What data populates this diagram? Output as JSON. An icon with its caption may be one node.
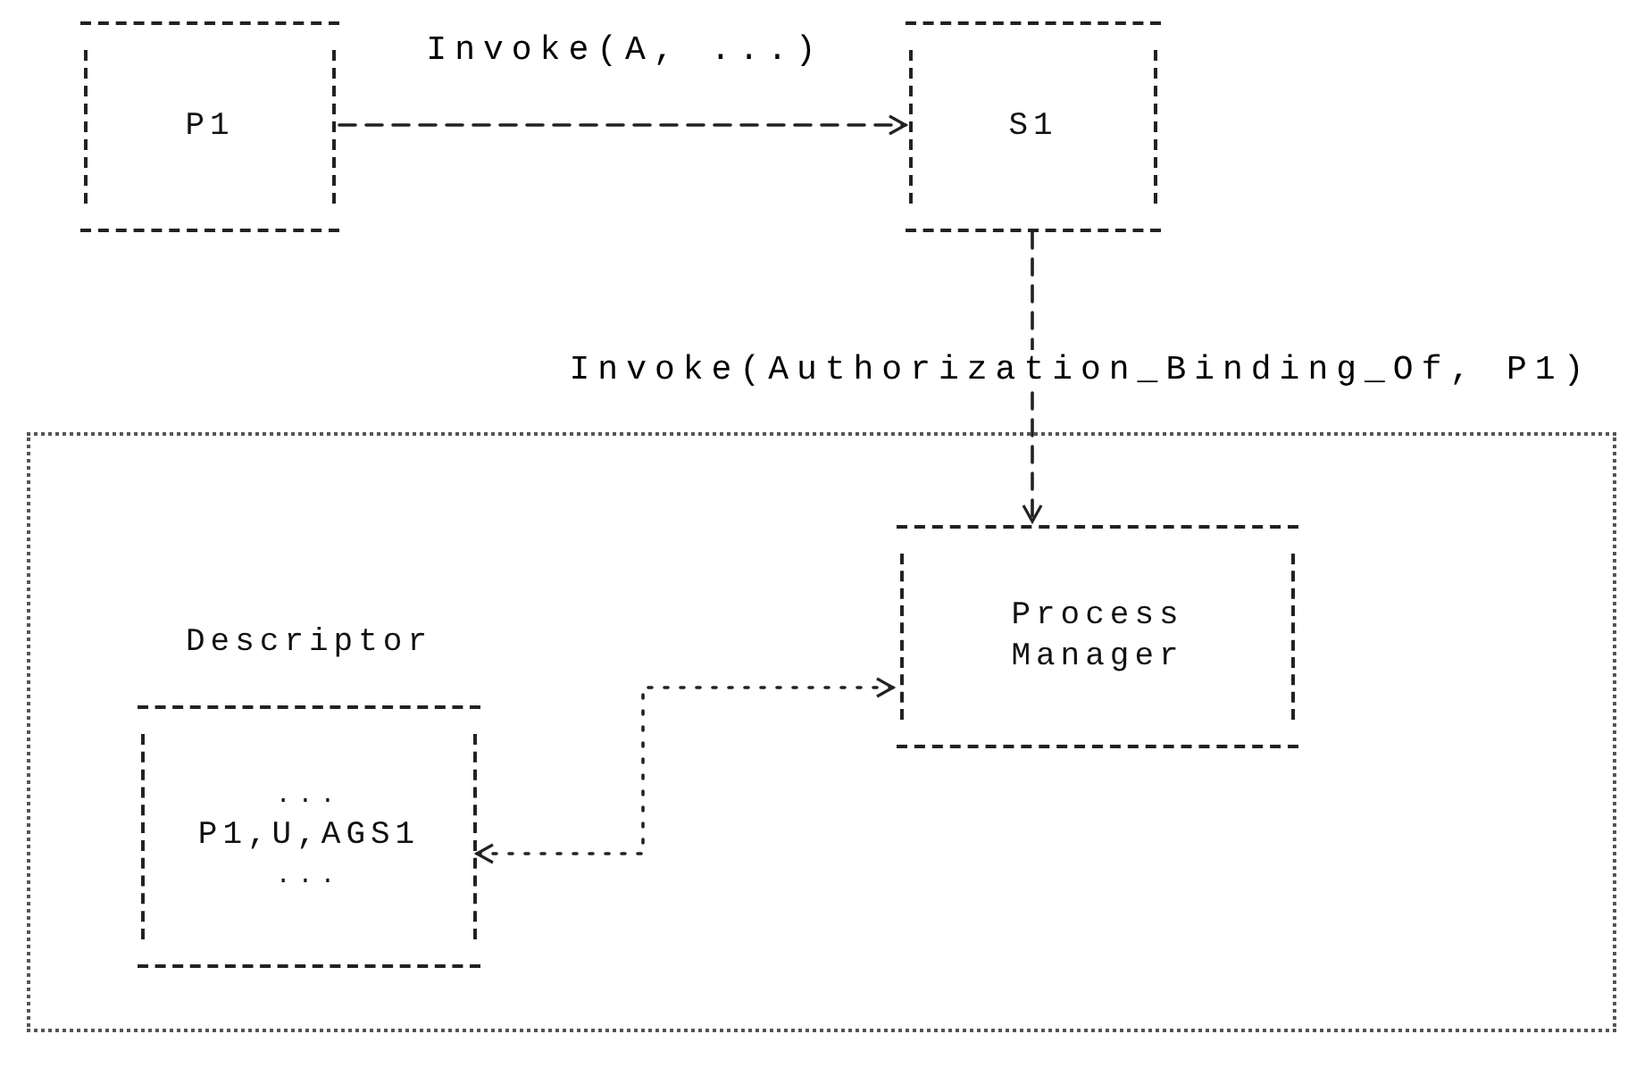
{
  "diagram": {
    "nodes": [
      {
        "text": [
          "P1"
        ]
      },
      {
        "text": [
          "S1"
        ]
      },
      {
        "text": [],
        "shape": "box"
      },
      {
        "text": [
          "Process Manager"
        ],
        "in": 2
      },
      {
        "text": [
          "Descriptor",
          "...",
          "P1,U,AGS1",
          "..."
        ],
        "in": 2
      }
    ],
    "edges": [
      {
        "from": 0,
        "to": 1,
        "arrow": "to",
        "label": "Invoke(A, ...)",
        "style": "dashed"
      },
      {
        "from": 1,
        "to": 3,
        "arrow": "to",
        "label": "Invoke(Authorization_Binding_Of, P1)",
        "style": "dashed"
      },
      {
        "from": 3,
        "to": 4,
        "arrow": "both",
        "style": "dashed"
      }
    ]
  }
}
